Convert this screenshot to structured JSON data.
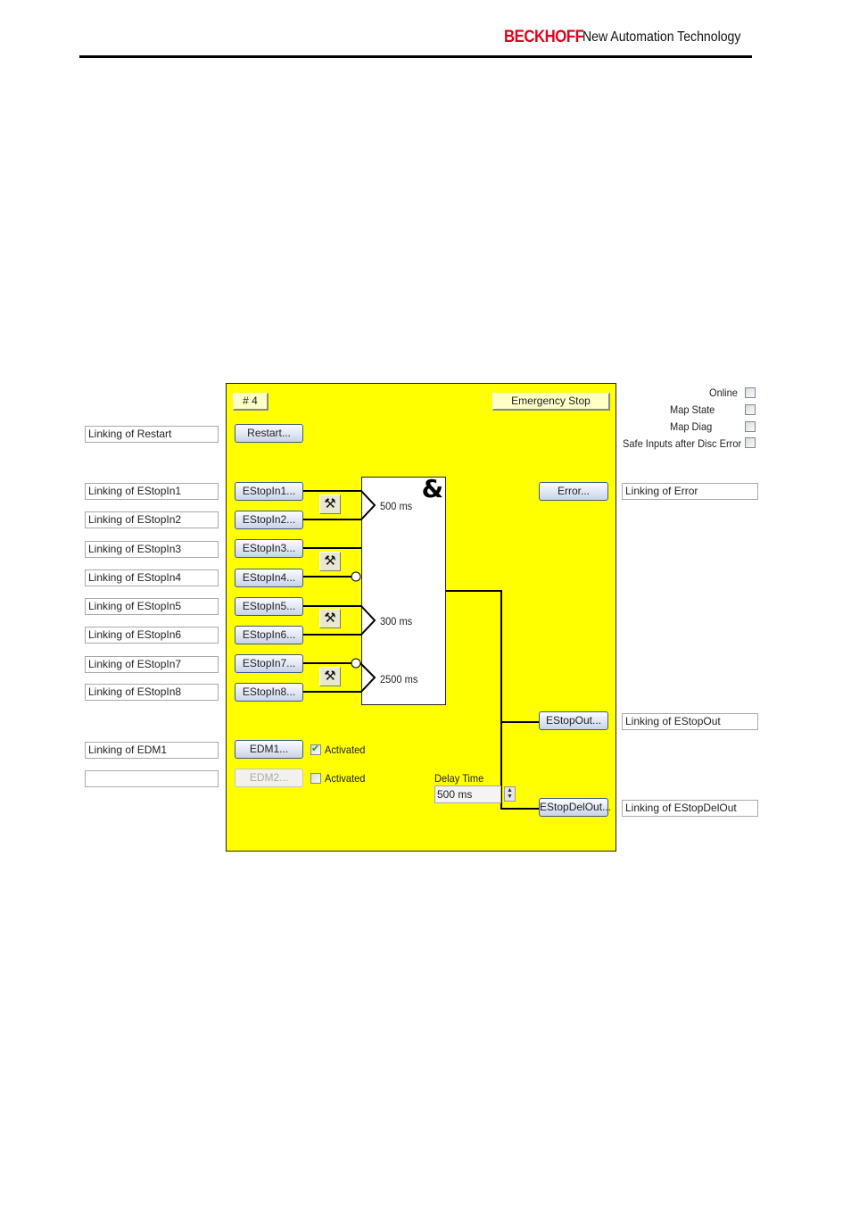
{
  "header": {
    "brand": "BECKHOFF",
    "slogan": "New Automation Technology",
    "brand_color": "#e2001a"
  },
  "left_links": {
    "restart": "Linking of Restart",
    "estop_in": [
      "Linking of EStopIn1",
      "Linking of EStopIn2",
      "Linking of EStopIn3",
      "Linking of EStopIn4",
      "Linking of EStopIn5",
      "Linking of EStopIn6",
      "Linking of EStopIn7",
      "Linking of EStopIn8"
    ],
    "edm1": "Linking of EDM1",
    "edm2": ""
  },
  "panel": {
    "background": "#ffff00",
    "number": "# 4",
    "function_name": "Emergency Stop",
    "restart_button": "Restart...",
    "estop_buttons": [
      "EStopIn1...",
      "EStopIn2...",
      "EStopIn3...",
      "EStopIn4...",
      "EStopIn5...",
      "EStopIn6...",
      "EStopIn7...",
      "EStopIn8..."
    ],
    "and_symbol": "&",
    "discrepancy_times": [
      "500 ms",
      "300 ms",
      "2500 ms"
    ],
    "error_button": "Error...",
    "estop_out_button": "EStopOut...",
    "estop_del_out_button": "EStopDelOut...",
    "edm1_button": "EDM1...",
    "edm2_button": "EDM2...",
    "edm1_activated": {
      "label": "Activated",
      "checked": true
    },
    "edm2_activated": {
      "label": "Activated",
      "checked": false
    },
    "delay_time_label": "Delay Time",
    "delay_time_value": "500 ms"
  },
  "options": [
    {
      "label": "Online",
      "checked": false
    },
    {
      "label": "Map State",
      "checked": false
    },
    {
      "label": "Map Diag",
      "checked": false
    },
    {
      "label": "Safe Inputs after Disc Error",
      "checked": false
    }
  ],
  "right_links": {
    "error": "Linking of Error",
    "estop_out": "Linking of EStopOut",
    "estop_del_out": "Linking of EStopDelOut"
  }
}
